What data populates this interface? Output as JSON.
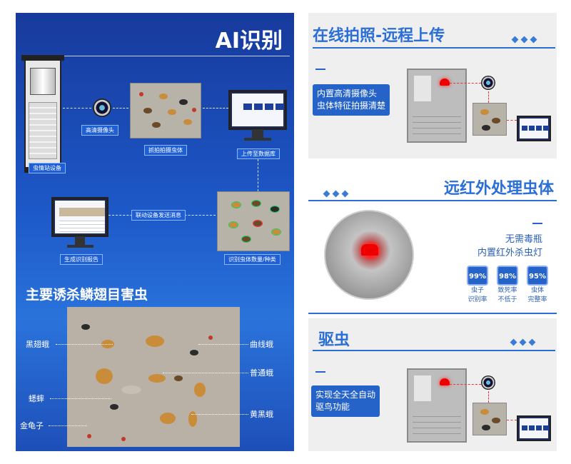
{
  "left": {
    "title": "AI识别",
    "labels": {
      "device": "虫情站设备",
      "camera": "高清摄像头",
      "capture": "抓拍拍摄虫体",
      "upload": "上传至数据库",
      "linkage": "联动设备发送消息",
      "report": "生成识别报告",
      "identify": "识别虫体数量/种类"
    },
    "subtitle": "主要诱杀鳞翅目害虫",
    "pests": {
      "black_wing": "黑翅蛾",
      "cricket": "蟋蟀",
      "beetle": "金龟子",
      "curve": "曲线蛾",
      "common": "普通蛾",
      "yellow_black": "黄黑蛾"
    }
  },
  "panel1": {
    "heading": "在线拍照-远程上传",
    "desc_line1": "内置高清摄像头",
    "desc_line2": "虫体特征拍摄清楚"
  },
  "panel2": {
    "heading": "远红外处理虫体",
    "desc_line1": "无需毒瓶",
    "desc_line2": "内置红外杀虫灯",
    "stats": [
      {
        "value": "99%",
        "label1": "虫子",
        "label2": "识别率"
      },
      {
        "value": "98%",
        "label1": "致死率",
        "label2": "不低于"
      },
      {
        "value": "95%",
        "label1": "虫体",
        "label2": "完整率"
      }
    ]
  },
  "panel3": {
    "heading": "驱虫",
    "desc_line1": "实现全天全自动",
    "desc_line2": "驱鸟功能"
  },
  "colors": {
    "brand_blue": "#2563c9",
    "heading_blue": "#2b6fd6",
    "lamp_red": "#e00000"
  }
}
